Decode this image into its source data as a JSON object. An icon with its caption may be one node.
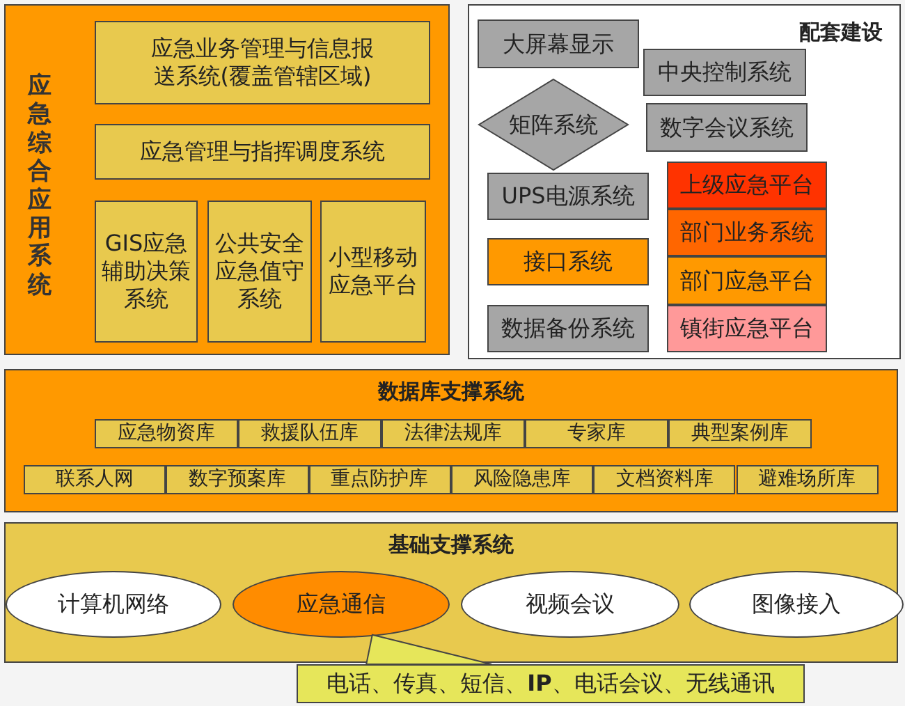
{
  "diagram": {
    "nodes": [
      {
        "text": [
          "应急综合应用系统"
        ]
      },
      {
        "text": [
          "应急业务管理与信息报送系统(覆盖管辖区域)"
        ],
        "in": 0
      },
      {
        "text": [
          "应急管理与指挥调度系统"
        ],
        "in": 0
      },
      {
        "text": [
          "GIS应急辅助决策系统"
        ],
        "in": 0
      },
      {
        "text": [
          "公共安全应急值守系统"
        ],
        "in": 0
      },
      {
        "text": [
          "小型移动应急平台"
        ],
        "in": 0
      },
      {
        "text": [
          "配套建设"
        ]
      },
      {
        "text": [
          "大屏幕显示"
        ],
        "in": 6
      },
      {
        "text": [
          "中央控制系统"
        ],
        "in": 6
      },
      {
        "text": [
          "矩阵系统"
        ],
        "in": 6
      },
      {
        "text": [
          "数字会议系统"
        ],
        "in": 6
      },
      {
        "text": [
          "UPS电源系统"
        ],
        "in": 6
      },
      {
        "text": [
          "上级应急平台"
        ],
        "in": 6
      },
      {
        "text": [
          "部门业务系统"
        ],
        "in": 6
      },
      {
        "text": [
          "接口系统"
        ],
        "in": 6
      },
      {
        "text": [
          "部门应急平台"
        ],
        "in": 6
      },
      {
        "text": [
          "数据备份系统"
        ],
        "in": 6
      },
      {
        "text": [
          "镇街应急平台"
        ],
        "in": 6
      },
      {
        "text": [
          "数据库支撑系统"
        ]
      },
      {
        "text": [
          "应急物资库"
        ],
        "in": 18
      },
      {
        "text": [
          "救援队伍库"
        ],
        "in": 18
      },
      {
        "text": [
          "法律法规库"
        ],
        "in": 18
      },
      {
        "text": [
          "专家库"
        ],
        "in": 18
      },
      {
        "text": [
          "典型案例库"
        ],
        "in": 18
      },
      {
        "text": [
          "联系人网"
        ],
        "in": 18
      },
      {
        "text": [
          "数字预案库"
        ],
        "in": 18
      },
      {
        "text": [
          "重点防护库"
        ],
        "in": 18
      },
      {
        "text": [
          "风险隐患库"
        ],
        "in": 18
      },
      {
        "text": [
          "文档资料库"
        ],
        "in": 18
      },
      {
        "text": [
          "避难场所库"
        ],
        "in": 18
      },
      {
        "text": [
          "基础支撑系统"
        ]
      },
      {
        "text": [
          "计算机网络"
        ],
        "in": 30
      },
      {
        "text": [
          "应急通信"
        ],
        "in": 30
      },
      {
        "text": [
          "视频会议"
        ],
        "in": 30
      },
      {
        "text": [
          "图像接入"
        ],
        "in": 30
      },
      {
        "text": [
          "电话、传真、短信、**IP**、电话会议、无线通讯"
        ]
      }
    ],
    "edges": [
      {
        "from": 35,
        "to": 32,
        "arrow": "none"
      }
    ]
  }
}
